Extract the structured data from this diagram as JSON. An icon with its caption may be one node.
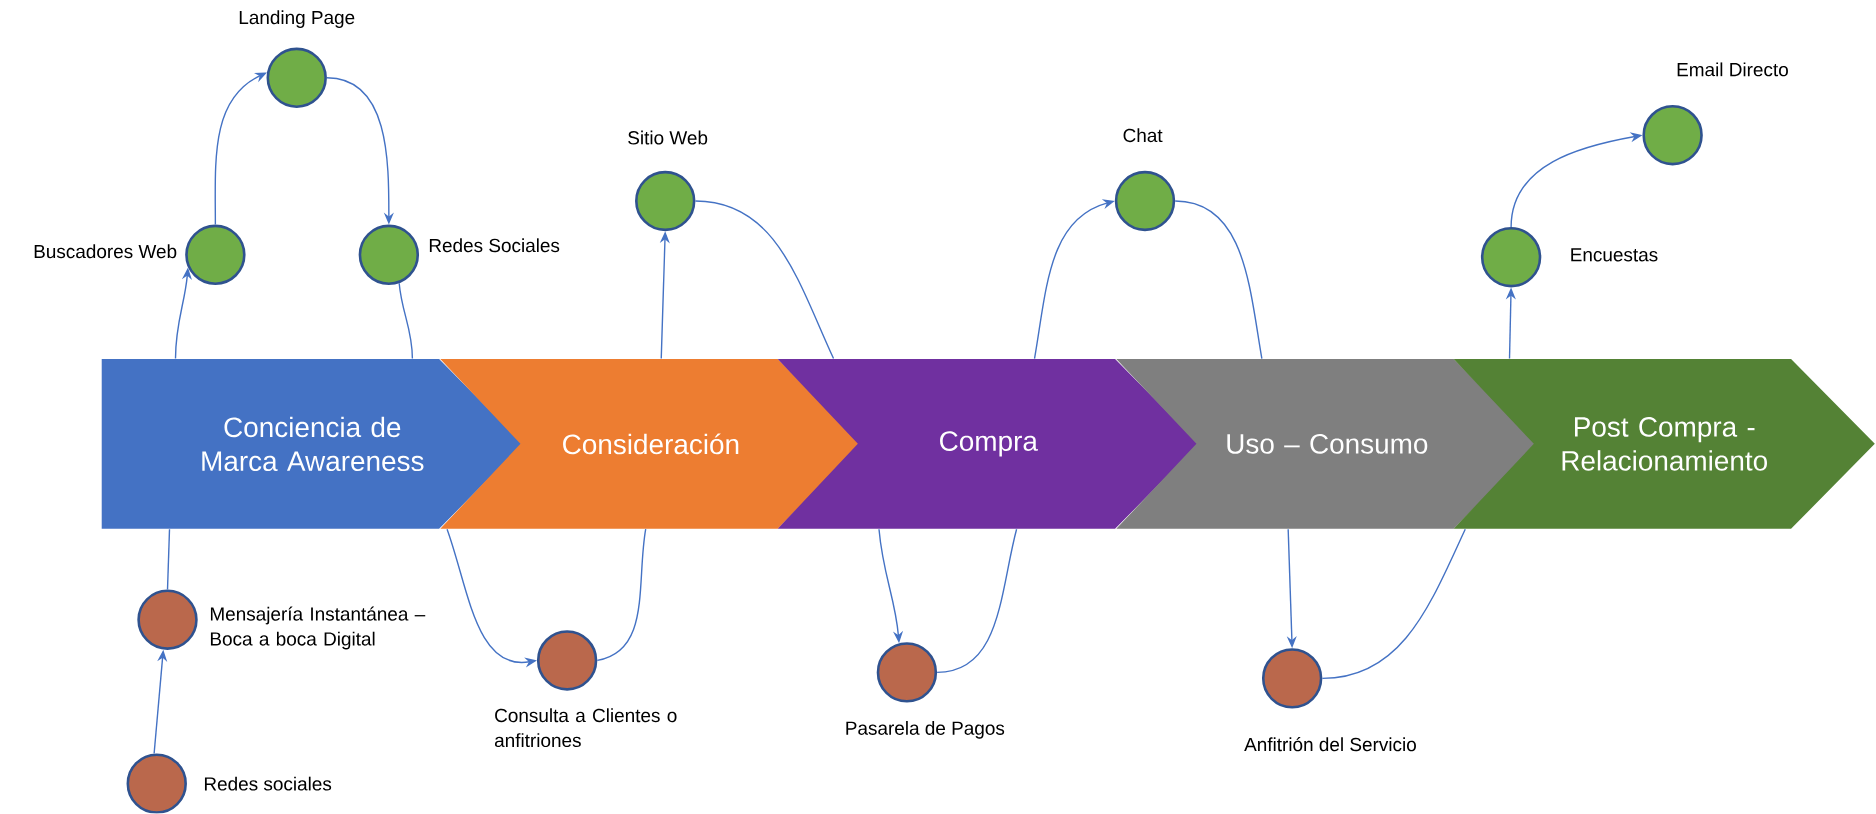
{
  "diagram": {
    "nodes": [
      {
        "text": [
          "Conciencia de Marca Awareness"
        ]
      },
      {
        "text": [
          "Consideración"
        ]
      },
      {
        "text": [
          "Compra"
        ]
      },
      {
        "text": [
          "Uso – Consumo"
        ]
      },
      {
        "text": [
          "Post Compra - Relacionamiento"
        ]
      },
      {
        "text": [],
        "shape": "circle",
        "beside": [
          "Landing Page"
        ]
      },
      {
        "text": [],
        "shape": "circle",
        "beside": [
          "Buscadores Web"
        ]
      },
      {
        "text": [],
        "shape": "circle",
        "beside": [
          "Redes Sociales"
        ]
      },
      {
        "text": [],
        "shape": "circle",
        "beside": [
          "Sitio Web"
        ]
      },
      {
        "text": [],
        "shape": "circle",
        "beside": [
          "Chat"
        ]
      },
      {
        "text": [],
        "shape": "circle",
        "beside": [
          "Email Directo"
        ]
      },
      {
        "text": [],
        "shape": "circle",
        "beside": [
          "Encuestas"
        ]
      },
      {
        "text": [],
        "shape": "circle",
        "beside": [
          "Mensajería Instantánea – Boca a boca Digital"
        ]
      },
      {
        "text": [],
        "shape": "circle",
        "beside": [
          "Consulta a Clientes o anfitriones"
        ]
      },
      {
        "text": [],
        "shape": "circle",
        "beside": [
          "Pasarela de Pagos"
        ]
      },
      {
        "text": [],
        "shape": "circle",
        "beside": [
          "Anfitrión del Servicio"
        ]
      },
      {
        "text": [],
        "shape": "circle",
        "beside": [
          "Redes sociales"
        ]
      }
    ],
    "edges": [
      {
        "from": 0,
        "to": 6,
        "arrow": "to"
      },
      {
        "from": 6,
        "to": 5,
        "arrow": "to"
      },
      {
        "from": 5,
        "to": 7,
        "arrow": "to"
      },
      {
        "from": 7,
        "to": 0,
        "arrow": "none"
      },
      {
        "from": 0,
        "to": 12,
        "arrow": "none"
      },
      {
        "from": 16,
        "to": 12,
        "arrow": "to"
      },
      {
        "from": 1,
        "to": 13,
        "arrow": "to"
      },
      {
        "from": 13,
        "to": 1,
        "arrow": "none"
      },
      {
        "from": 1,
        "to": 8,
        "arrow": "to"
      },
      {
        "from": 8,
        "to": 2,
        "arrow": "none"
      },
      {
        "from": 2,
        "to": 9,
        "arrow": "to"
      },
      {
        "from": 9,
        "to": 3,
        "arrow": "none"
      },
      {
        "from": 2,
        "to": 14,
        "arrow": "to"
      },
      {
        "from": 14,
        "to": 2,
        "arrow": "none"
      },
      {
        "from": 3,
        "to": 15,
        "arrow": "to"
      },
      {
        "from": 15,
        "to": 4,
        "arrow": "none"
      },
      {
        "from": 4,
        "to": 11,
        "arrow": "to"
      },
      {
        "from": 11,
        "to": 10,
        "arrow": "to"
      }
    ]
  }
}
